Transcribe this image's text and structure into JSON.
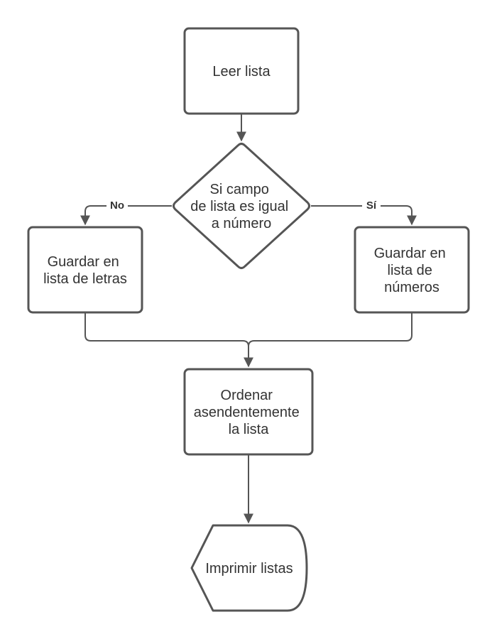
{
  "nodes": {
    "read_list": {
      "lines": [
        "Leer lista"
      ]
    },
    "decision": {
      "lines": [
        "Si campo",
        "de lista es igual",
        "a número"
      ]
    },
    "save_letters": {
      "lines": [
        "Guardar en",
        "lista de letras"
      ]
    },
    "save_numbers": {
      "lines": [
        "Guardar en",
        "lista de",
        "números"
      ]
    },
    "sort_list": {
      "lines": [
        "Ordenar",
        "asendentemente",
        "la lista"
      ]
    },
    "print_lists": {
      "lines": [
        "Imprimir listas"
      ]
    }
  },
  "edges": {
    "no_label": "No",
    "yes_label": "Sí"
  },
  "colors": {
    "stroke": "#555555",
    "text": "#333333",
    "background": "#ffffff"
  }
}
